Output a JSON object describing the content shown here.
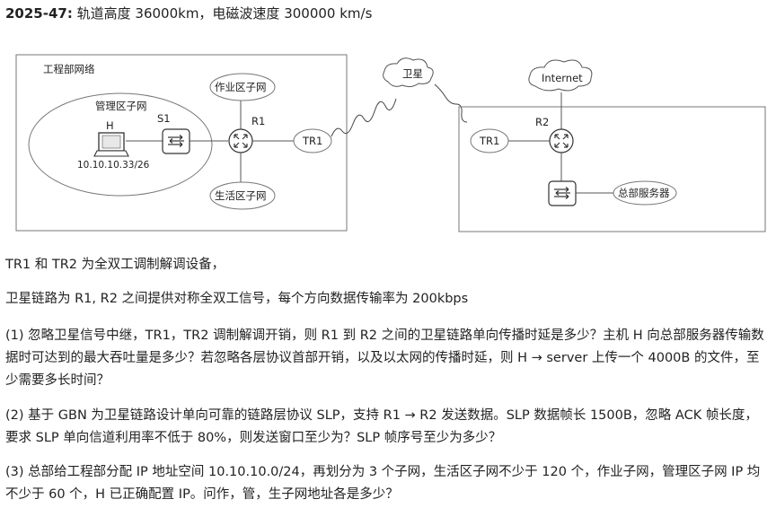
{
  "header": {
    "problem_id": "2025-47:",
    "given": "轨道高度 36000km，电磁波速度 300000 km/s"
  },
  "diagram": {
    "engineering_network": "工程部网络",
    "management_subnet": "管理区子网",
    "host_name": "H",
    "host_ip": "10.10.10.33/26",
    "switch_s1": "S1",
    "router_r1": "R1",
    "work_subnet": "作业区子网",
    "life_subnet": "生活区子网",
    "tr1_left": "TR1",
    "satellite": "卫星",
    "internet": "Internet",
    "router_r2": "R2",
    "tr1_right": "TR1",
    "hq_server": "总部服务器"
  },
  "paragraphs": {
    "p1": "TR1 和 TR2 为全双工调制解调设备，",
    "p2": "卫星链路为 R1, R2 之间提供对称全双工信号，每个方向数据传输率为 200kbps",
    "q1": "(1) 忽略卫星信号中继，TR1，TR2 调制解调开销，则 R1 到 R2 之间的卫星链路单向传播时延是多少？主机 H 向总部服务器传输数据时可达到的最大吞吐量是多少？若忽略各层协议首部开销，以及以太网的传播时延，则 H → server 上传一个 4000B 的文件，至少需要多长时间？",
    "q2": "(2) 基于 GBN 为卫星链路设计单向可靠的链路层协议 SLP，支持 R1 → R2 发送数据。SLP 数据帧长 1500B，忽略 ACK 帧长度，要求 SLP 单向信道利用率不低于 80%，则发送窗口至少为？SLP 帧序号至少为多少？",
    "q3": "(3) 总部给工程部分配 IP 地址空间 10.10.10.0/24，再划分为 3 个子网，生活区子网不少于 120 个，作业子网，管理区子网 IP 均不少于 60 个，H 已正确配置 IP。问作，管，生子网地址各是多少？"
  }
}
